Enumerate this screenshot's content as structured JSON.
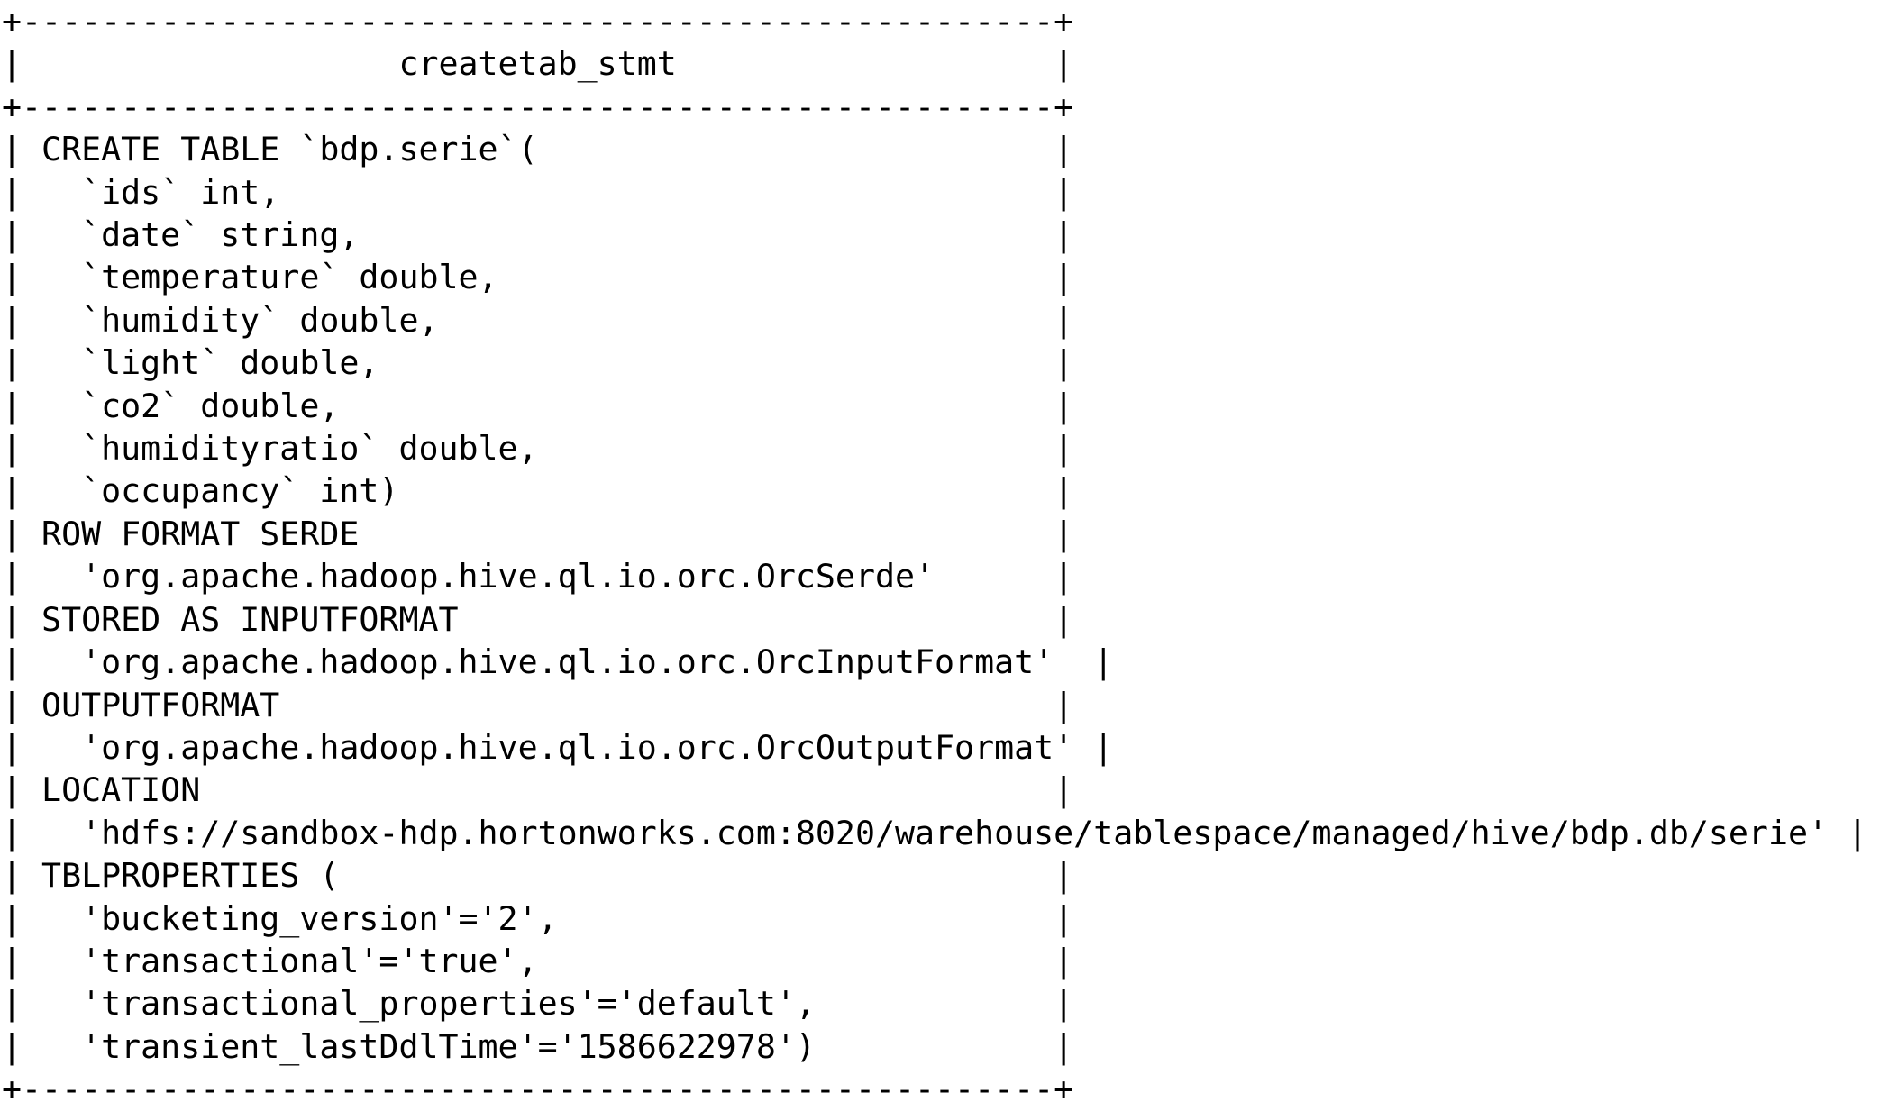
{
  "console": {
    "header_label": "createtab_stmt",
    "lines": [
      "+----------------------------------------------------+",
      "|                   createtab_stmt                   |",
      "+----------------------------------------------------+",
      "| CREATE TABLE `bdp.serie`(                          |",
      "|   `ids` int,                                       |",
      "|   `date` string,                                   |",
      "|   `temperature` double,                            |",
      "|   `humidity` double,                               |",
      "|   `light` double,                                  |",
      "|   `co2` double,                                    |",
      "|   `humidityratio` double,                          |",
      "|   `occupancy` int)                                 |",
      "| ROW FORMAT SERDE                                   |",
      "|   'org.apache.hadoop.hive.ql.io.orc.OrcSerde'      |",
      "| STORED AS INPUTFORMAT                              |",
      "|   'org.apache.hadoop.hive.ql.io.orc.OrcInputFormat'  |",
      "| OUTPUTFORMAT                                       |",
      "|   'org.apache.hadoop.hive.ql.io.orc.OrcOutputFormat' |",
      "| LOCATION                                           |",
      "|   'hdfs://sandbox-hdp.hortonworks.com:8020/warehouse/tablespace/managed/hive/bdp.db/serie' |",
      "| TBLPROPERTIES (                                    |",
      "|   'bucketing_version'='2',                         |",
      "|   'transactional'='true',                          |",
      "|   'transactional_properties'='default',            |",
      "|   'transient_lastDdlTime'='1586622978')            |",
      "+----------------------------------------------------+"
    ],
    "statement": {
      "table_name": "bdp.serie",
      "columns": [
        {
          "name": "ids",
          "type": "int"
        },
        {
          "name": "date",
          "type": "string"
        },
        {
          "name": "temperature",
          "type": "double"
        },
        {
          "name": "humidity",
          "type": "double"
        },
        {
          "name": "light",
          "type": "double"
        },
        {
          "name": "co2",
          "type": "double"
        },
        {
          "name": "humidityratio",
          "type": "double"
        },
        {
          "name": "occupancy",
          "type": "int"
        }
      ],
      "row_format_serde": "org.apache.hadoop.hive.ql.io.orc.OrcSerde",
      "input_format": "org.apache.hadoop.hive.ql.io.orc.OrcInputFormat",
      "output_format": "org.apache.hadoop.hive.ql.io.orc.OrcOutputFormat",
      "location": "hdfs://sandbox-hdp.hortonworks.com:8020/warehouse/tablespace/managed/hive/bdp.db/serie",
      "tblproperties": {
        "bucketing_version": "2",
        "transactional": "true",
        "transactional_properties": "default",
        "transient_lastDdlTime": "1586622978"
      }
    }
  },
  "colors": {
    "background": "#ffffff",
    "text": "#000000"
  }
}
